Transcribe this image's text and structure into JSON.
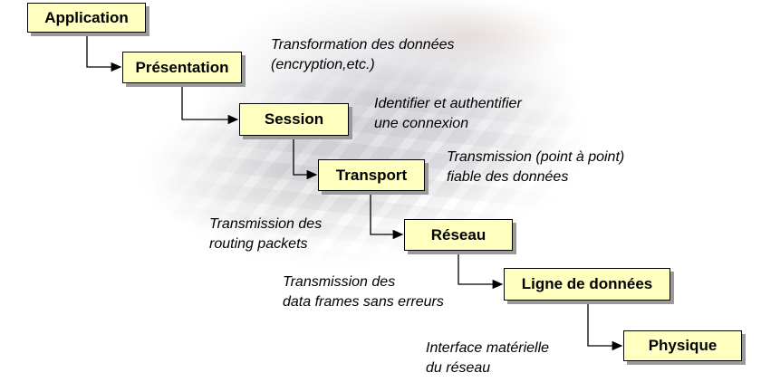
{
  "layers": [
    {
      "name": "Application"
    },
    {
      "name": "Présentation"
    },
    {
      "name": "Session"
    },
    {
      "name": "Transport"
    },
    {
      "name": "Réseau"
    },
    {
      "name": "Ligne de données"
    },
    {
      "name": "Physique"
    }
  ],
  "notes": {
    "presentation": [
      "Transformation des données",
      "(encryption,etc.)"
    ],
    "session": [
      "Identifier et authentifier",
      "une connexion"
    ],
    "transport": [
      "Transmission (point à point)",
      "fiable des données"
    ],
    "reseau": [
      "Transmission des",
      "routing packets"
    ],
    "ligne": [
      "Transmission des",
      "data frames sans erreurs"
    ],
    "physique": [
      "Interface matérielle",
      "du réseau"
    ]
  }
}
